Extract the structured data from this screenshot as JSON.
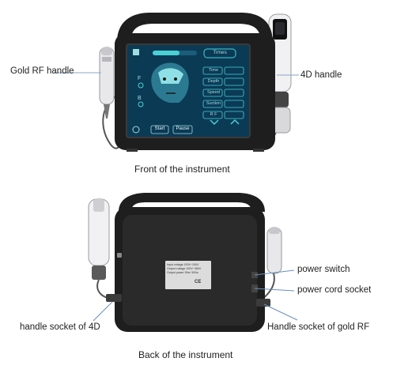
{
  "front": {
    "caption": "Front of the instrument",
    "labels": {
      "left_handle": "Gold RF handle",
      "right_handle": "4D handle"
    },
    "screen": {
      "top_tab": "Times",
      "menu": [
        "Time",
        "Depth",
        "Speed",
        "Suction",
        "R F"
      ],
      "side_letters": [
        "F",
        "B"
      ],
      "buttons": {
        "start": "Start",
        "pause": "Pause"
      }
    },
    "colors": {
      "body": "#1e1e1e",
      "screen_bg": "#0b3a55",
      "accent": "#49d1d6"
    }
  },
  "back": {
    "caption": "Back of the instrument",
    "labels": {
      "power_switch": "power switch",
      "power_cord_socket": "power cord socket",
      "socket_4d": "handle socket of 4D",
      "socket_gold_rf": "Handle socket of gold RF"
    },
    "nameplate": {
      "lines": [
        "Input voltage 100V~240V",
        "Output voltage 100V~380V",
        "Output power 50w~300w"
      ],
      "cert": "CE"
    }
  },
  "icons": {
    "handle": "rf-handle-icon",
    "head": "head-icon",
    "chevrons": "chevron-icon"
  }
}
